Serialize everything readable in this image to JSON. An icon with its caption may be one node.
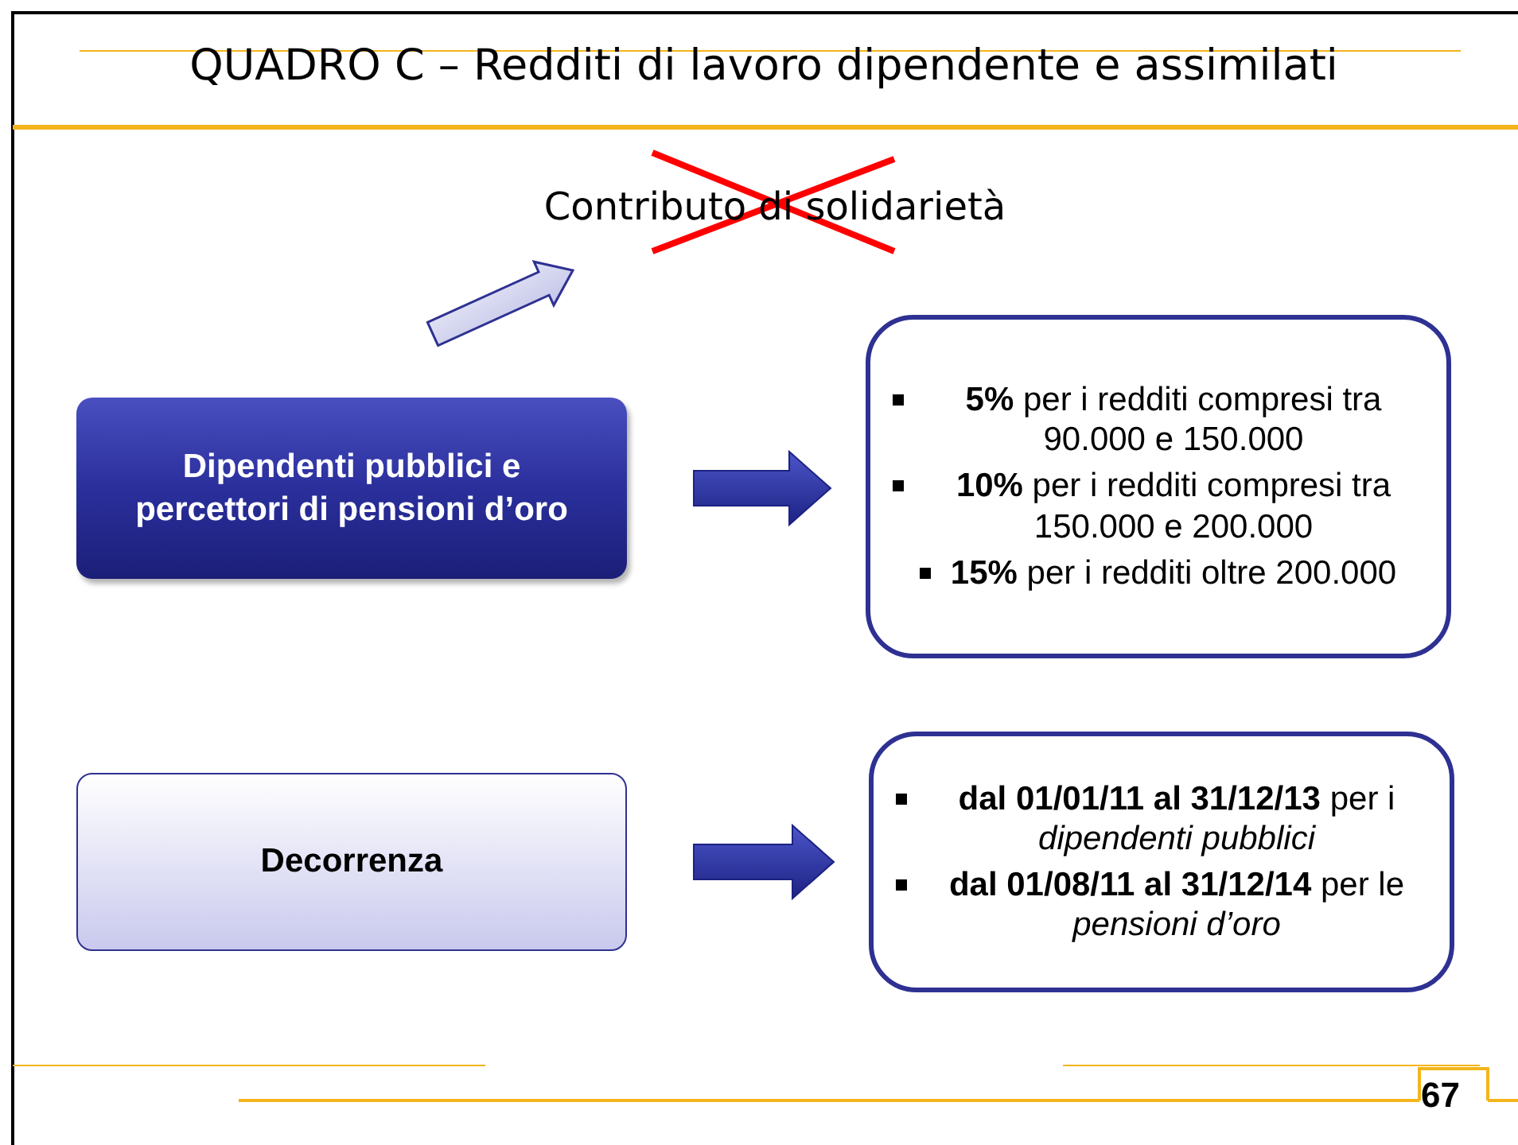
{
  "diagram": {
    "title": "QUADRO C – Redditi di lavoro dipendente e assimilati",
    "nodes": [
      {
        "text": [
          "Contributo di solidarietà"
        ]
      },
      {
        "text": [
          "Dipendenti pubblici e percettori di pensioni d’oro"
        ]
      },
      {
        "text": [
          "**5%** per i redditi compresi tra 90.000 e 150.000",
          "**10%** per i redditi compresi tra 150.000 e 200.000",
          "**15%** per i redditi oltre 200.000"
        ]
      },
      {
        "text": [
          "Decorrenza"
        ]
      },
      {
        "text": [
          "**dal 01/01/11 al 31/12/13** per i *dipendenti pubblici*",
          "**dal 01/08/11 al 31/12/14** per le *pensioni d’oro*"
        ]
      }
    ],
    "edges": [
      {
        "from": null,
        "to": 0,
        "arrow": "to"
      },
      {
        "from": 1,
        "to": 2,
        "arrow": "to",
        "style": "thick"
      },
      {
        "from": 3,
        "to": 4,
        "arrow": "to",
        "style": "thick"
      }
    ],
    "labels": [
      "67"
    ]
  }
}
